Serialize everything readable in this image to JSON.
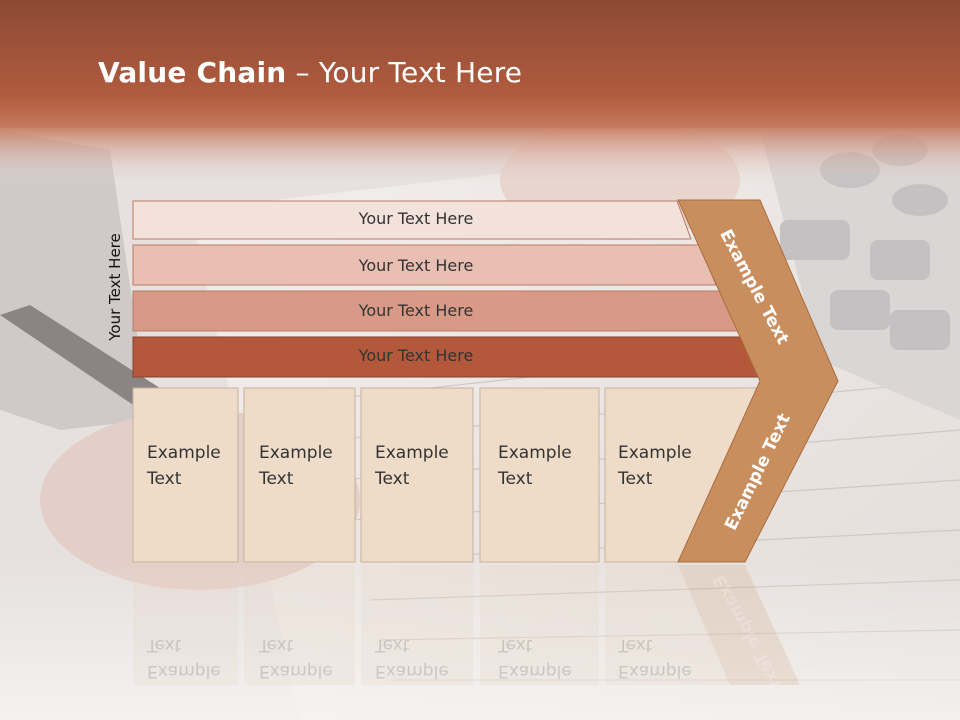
{
  "title": {
    "bold": "Value Chain",
    "rest": " – Your Text Here"
  },
  "side_label": "Your Text Here",
  "bars": [
    {
      "label": "Your Text Here",
      "color": "#f3e1dc"
    },
    {
      "label": "Your Text Here",
      "color": "#e8bfb2"
    },
    {
      "label": "Your Text Here",
      "color": "#d89a86"
    },
    {
      "label": "Your Text Here",
      "color": "#b4583b"
    }
  ],
  "cells": [
    {
      "line1": "Example",
      "line2": "Text"
    },
    {
      "line1": "Example",
      "line2": "Text"
    },
    {
      "line1": "Example",
      "line2": "Text"
    },
    {
      "line1": "Example",
      "line2": "Text"
    },
    {
      "line1": "Example",
      "line2": "Text"
    }
  ],
  "arrow": {
    "top_label": "Example Text",
    "bottom_label": "Example Text",
    "color": "#c98e5e"
  },
  "colors": {
    "header": "#a8533a",
    "cell": "#efdcc8"
  }
}
